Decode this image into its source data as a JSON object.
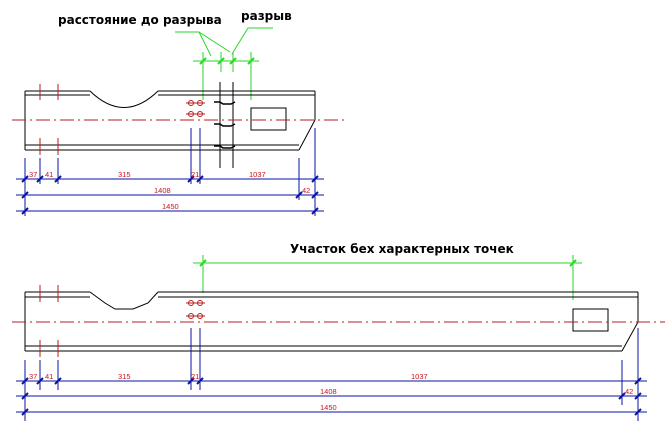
{
  "colors": {
    "outline": "#000000",
    "centerline": "#b81c1c",
    "dimension": "#0a14a0",
    "dimension_text": "#c8141e",
    "annotation": "#2ad62a"
  },
  "top_drawing": {
    "label_distance": "расстояние до разрыва",
    "label_break": "разрыв",
    "dims_row1": [
      "37",
      "41",
      "315",
      "21",
      "1037"
    ],
    "dims_row2": [
      "1408",
      "42"
    ],
    "dims_row3": [
      "1450"
    ]
  },
  "bottom_drawing": {
    "label_segment": "Участок бех характерных точек",
    "dims_row1": [
      "37",
      "41",
      "315",
      "21",
      "1037"
    ],
    "dims_row2": [
      "1408",
      "42"
    ],
    "dims_row3": [
      "1450"
    ]
  }
}
